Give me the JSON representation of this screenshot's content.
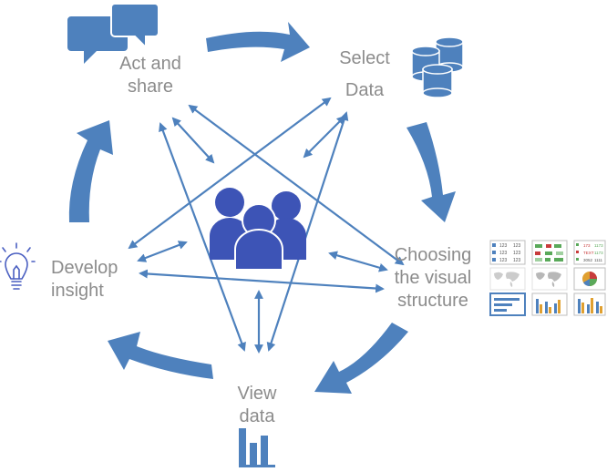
{
  "nodes": {
    "act": {
      "line1": "Act and",
      "line2": "share",
      "icon": "speech-bubbles-icon"
    },
    "select": {
      "line1": "Select",
      "line2": "Data",
      "icon": "database-icon"
    },
    "choose": {
      "line1": "Choosing",
      "line2": "the visual",
      "line3": "structure",
      "icon": "chart-thumbnails-icon"
    },
    "view": {
      "line1": "View",
      "line2": "data",
      "icon": "bar-chart-icon"
    },
    "develop": {
      "line1": "Develop",
      "line2": "insight",
      "icon": "lightbulb-icon"
    },
    "center": {
      "icon": "user-group-icon"
    }
  },
  "thumbnails": {
    "table1_text": "123",
    "table3_text": [
      "173",
      "1173",
      "TEXT",
      "1173",
      "3052",
      "1111"
    ]
  },
  "colors": {
    "flow": "#4e81bd",
    "people": "#3d54b6",
    "label": "#8c8c8c",
    "icon": "#4e81bd",
    "bulb": "#4a5fc1"
  }
}
